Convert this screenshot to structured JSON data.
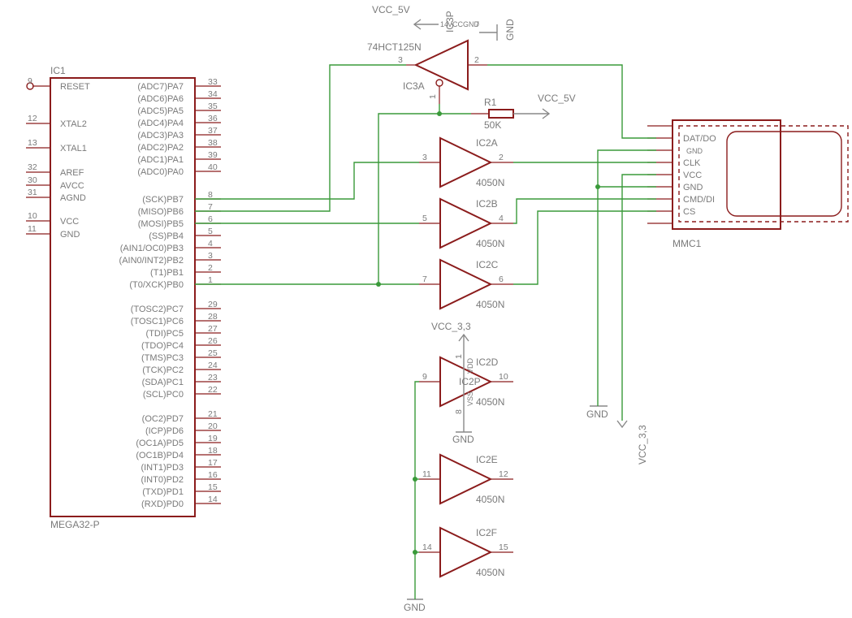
{
  "ic1": {
    "ref": "IC1",
    "value": "MEGA32-P",
    "left_pins": [
      {
        "num": "9",
        "name": "RESET"
      },
      {
        "num": "12",
        "name": "XTAL2"
      },
      {
        "num": "13",
        "name": "XTAL1"
      },
      {
        "num": "32",
        "name": "AREF"
      },
      {
        "num": "30",
        "name": "AVCC"
      },
      {
        "num": "31",
        "name": "AGND"
      },
      {
        "num": "10",
        "name": "VCC"
      },
      {
        "num": "11",
        "name": "GND"
      }
    ],
    "right_pins": [
      {
        "num": "33",
        "name": "(ADC7)PA7"
      },
      {
        "num": "34",
        "name": "(ADC6)PA6"
      },
      {
        "num": "35",
        "name": "(ADC5)PA5"
      },
      {
        "num": "36",
        "name": "(ADC4)PA4"
      },
      {
        "num": "37",
        "name": "(ADC3)PA3"
      },
      {
        "num": "38",
        "name": "(ADC2)PA2"
      },
      {
        "num": "39",
        "name": "(ADC1)PA1"
      },
      {
        "num": "40",
        "name": "(ADC0)PA0"
      },
      {
        "num": "8",
        "name": "(SCK)PB7"
      },
      {
        "num": "7",
        "name": "(MISO)PB6"
      },
      {
        "num": "6",
        "name": "(MOSI)PB5"
      },
      {
        "num": "5",
        "name": "(SS)PB4"
      },
      {
        "num": "4",
        "name": "(AIN1/OC0)PB3"
      },
      {
        "num": "3",
        "name": "(AIN0/INT2)PB2"
      },
      {
        "num": "2",
        "name": "(T1)PB1"
      },
      {
        "num": "1",
        "name": "(T0/XCK)PB0"
      },
      {
        "num": "29",
        "name": "(TOSC2)PC7"
      },
      {
        "num": "28",
        "name": "(TOSC1)PC6"
      },
      {
        "num": "27",
        "name": "(TDI)PC5"
      },
      {
        "num": "26",
        "name": "(TDO)PC4"
      },
      {
        "num": "25",
        "name": "(TMS)PC3"
      },
      {
        "num": "24",
        "name": "(TCK)PC2"
      },
      {
        "num": "23",
        "name": "(SDA)PC1"
      },
      {
        "num": "22",
        "name": "(SCL)PC0"
      },
      {
        "num": "21",
        "name": "(OC2)PD7"
      },
      {
        "num": "20",
        "name": "(ICP)PD6"
      },
      {
        "num": "19",
        "name": "(OC1A)PD5"
      },
      {
        "num": "18",
        "name": "(OC1B)PD4"
      },
      {
        "num": "17",
        "name": "(INT1)PD3"
      },
      {
        "num": "16",
        "name": "(INT0)PD2"
      },
      {
        "num": "15",
        "name": "(TXD)PD1"
      },
      {
        "num": "14",
        "name": "(RXD)PD0"
      }
    ]
  },
  "ic3": {
    "value": "74HCT125N",
    "gate_ref": "IC3A",
    "power_ref": "IC3P",
    "pin_in": "3",
    "pin_out": "2",
    "pin_oe": "1",
    "power_vcc_num": "14",
    "power_vcc_label": "VCC",
    "power_gnd_num": "7",
    "power_gnd_label": "GND"
  },
  "r1": {
    "ref": "R1",
    "value": "50K"
  },
  "buffers": [
    {
      "ref": "IC2A",
      "value": "4050N",
      "in": "3",
      "out": "2"
    },
    {
      "ref": "IC2B",
      "value": "4050N",
      "in": "5",
      "out": "4"
    },
    {
      "ref": "IC2C",
      "value": "4050N",
      "in": "7",
      "out": "6"
    },
    {
      "ref": "IC2D",
      "value": "4050N",
      "in": "9",
      "out": "10"
    },
    {
      "ref": "IC2E",
      "value": "4050N",
      "in": "11",
      "out": "12"
    },
    {
      "ref": "IC2F",
      "value": "4050N",
      "in": "14",
      "out": "15"
    }
  ],
  "ic2p": {
    "ref": "IC2P",
    "vdd_label": "VDD",
    "vdd_num": "1",
    "vss_label": "VSS",
    "vss_num": "8"
  },
  "mmc": {
    "ref": "MMC1",
    "pins": [
      "DAT/DO",
      "GND",
      "CLK",
      "VCC",
      "GND",
      "CMD/DI",
      "CS"
    ]
  },
  "supplies": {
    "vcc5_top": "VCC_5V",
    "gnd_top": "GND",
    "vcc5_r1": "VCC_5V",
    "vcc33_ic2": "VCC_3,3",
    "gnd_ic2": "GND",
    "gnd_mmc": "GND",
    "vcc33_mmc": "VCC_3,3",
    "gnd_bottom": "GND"
  }
}
